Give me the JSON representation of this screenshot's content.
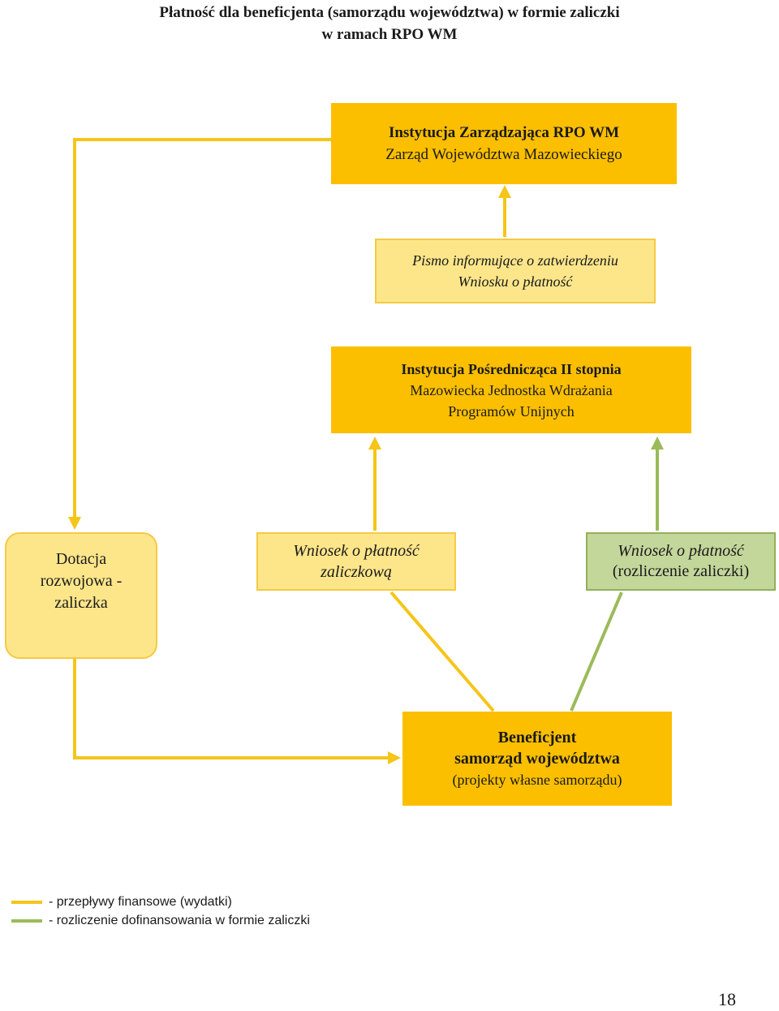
{
  "title": {
    "line1": "Płatność dla beneficjenta (samorządu województwa) w formie zaliczki",
    "line2": "w ramach RPO WM"
  },
  "nodes": {
    "managing_authority": {
      "line1": "Instytucja Zarządzająca RPO WM",
      "line2": "Zarząd Województwa Mazowieckiego"
    },
    "approval_letter": {
      "line1": "Pismo informujące o zatwierdzeniu",
      "line2": "Wniosku o płatność"
    },
    "intermediate_body": {
      "line1": "Instytucja Pośrednicząca II stopnia",
      "line2": "Mazowiecka Jednostka Wdrażania",
      "line3": "Programów Unijnych"
    },
    "development_grant": {
      "line1": "Dotacja",
      "line2": "rozwojowa -",
      "line3": "zaliczka"
    },
    "advance_request": {
      "line1": "Wniosek o płatność",
      "line2": "zaliczkową"
    },
    "settlement_request": {
      "line1": "Wniosek o płatność",
      "line2": "(rozliczenie zaliczki)"
    },
    "beneficiary": {
      "line1": "Beneficjent",
      "line2": "samorząd województwa",
      "line3": "(projekty własne samorządu)"
    }
  },
  "colors": {
    "financial_flow": "#f5c518",
    "settlement_flow": "#9bbb59",
    "node_dark": "#fbbf00",
    "node_light": "#fde68a",
    "node_green": "#c4d79b"
  },
  "legend": [
    {
      "color": "#f5c518",
      "label": "- przepływy finansowe (wydatki)"
    },
    {
      "color": "#9bbb59",
      "label": "- rozliczenie dofinansowania w formie zaliczki"
    }
  ],
  "page_number": "18"
}
